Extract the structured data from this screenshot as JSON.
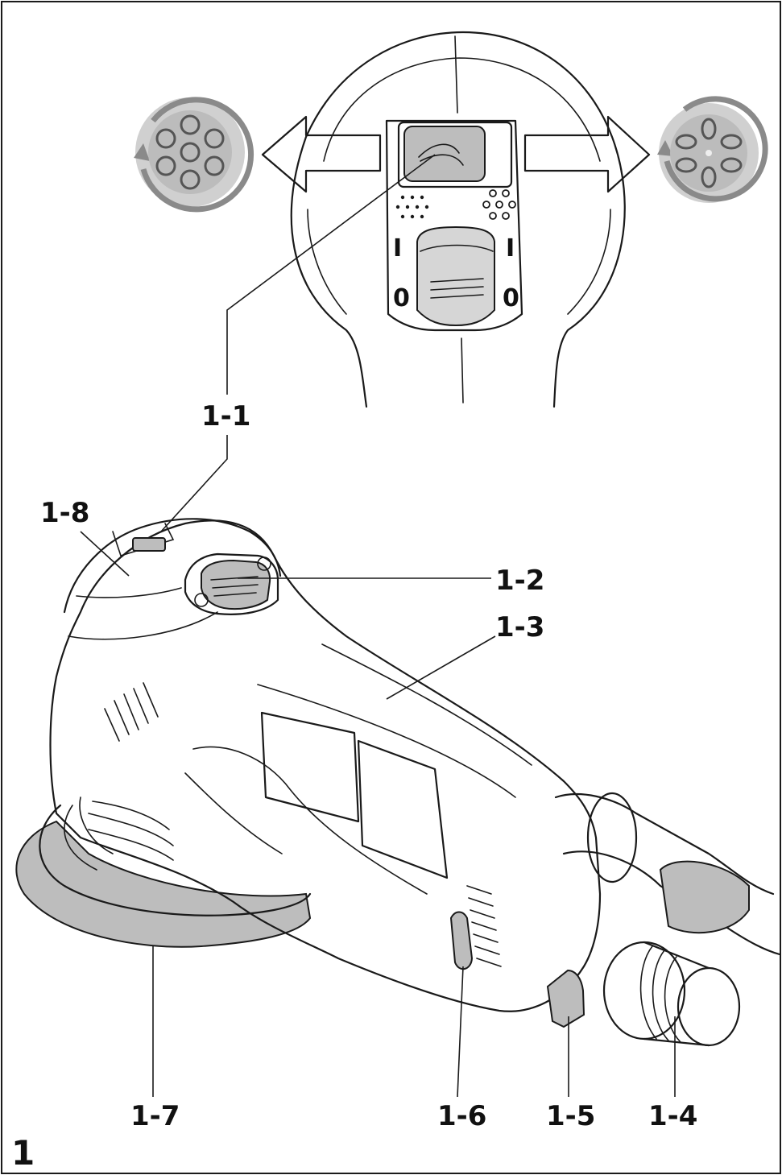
{
  "figure_number": "1",
  "labels": {
    "l1_1": "1-1",
    "l1_2": "1-2",
    "l1_3": "1-3",
    "l1_4": "1-4",
    "l1_5": "1-5",
    "l1_6": "1-6",
    "l1_7": "1-7",
    "l1_8": "1-8"
  },
  "switch_marks": {
    "on_left": "I",
    "off_left": "0",
    "on_right": "I",
    "off_right": "0"
  },
  "colors": {
    "line": "#1a1a1a",
    "fill_grey": "#bdbdbd",
    "fill_light_grey": "#d6d6d6",
    "arrow_grey": "#8a8a8a"
  }
}
